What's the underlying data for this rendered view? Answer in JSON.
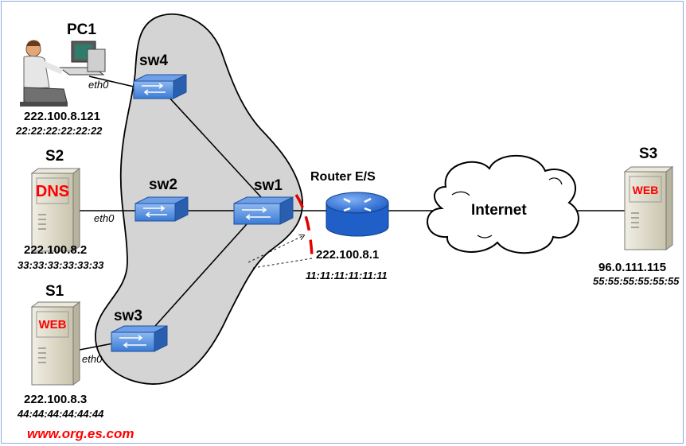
{
  "colors": {
    "switch_blue": "#3a7bd5",
    "router_blue": "#2f6fd6",
    "lan_gray": "#d4d4d4",
    "server_beige": "#dcd8c6",
    "label_red": "#ff0000",
    "frame_border": "#8faadc"
  },
  "nodes": {
    "pc1": {
      "name": "PC1",
      "ip": "222.100.8.121",
      "mac": "22:22:22:22:22:22",
      "iface": "eth0"
    },
    "s2": {
      "name": "S2",
      "service": "DNS",
      "ip": "222.100.8.2",
      "mac": "33:33:33:33:33:33",
      "iface": "eth0"
    },
    "s1": {
      "name": "S1",
      "service": "WEB",
      "ip": "222.100.8.3",
      "mac": "44:44:44:44:44:44",
      "iface": "eth0"
    },
    "s3": {
      "name": "S3",
      "service": "WEB",
      "ip": "96.0.111.115",
      "mac": "55:55:55:55:55:55"
    },
    "router": {
      "name": "Router E/S",
      "ip": "222.100.8.1",
      "mac": "11:11:11:11:11:11"
    },
    "internet": {
      "name": "Internet"
    }
  },
  "switches": [
    "sw4",
    "sw2",
    "sw1",
    "sw3"
  ],
  "domain_url": "www.org.es.com",
  "icons": [
    "pc-user-icon",
    "server-icon",
    "switch-icon",
    "router-icon",
    "cloud-icon"
  ]
}
